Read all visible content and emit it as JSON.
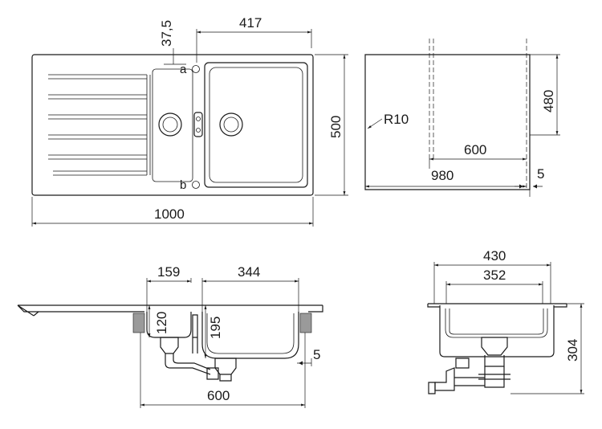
{
  "top_view": {
    "width_total": "1000",
    "height_total": "500",
    "bowl_width": "417",
    "offset": "37,5",
    "point_a": "a",
    "point_b": "b"
  },
  "cutout_view": {
    "radius": "R10",
    "height": "480",
    "inner_width": "600",
    "width": "980",
    "gap": "5"
  },
  "side_view": {
    "small_bowl": "159",
    "main_bowl": "344",
    "small_depth": "120",
    "main_depth": "195",
    "overhang": "5",
    "cabinet": "600"
  },
  "end_view": {
    "outer_width": "430",
    "inner_width": "352",
    "depth": "304"
  }
}
